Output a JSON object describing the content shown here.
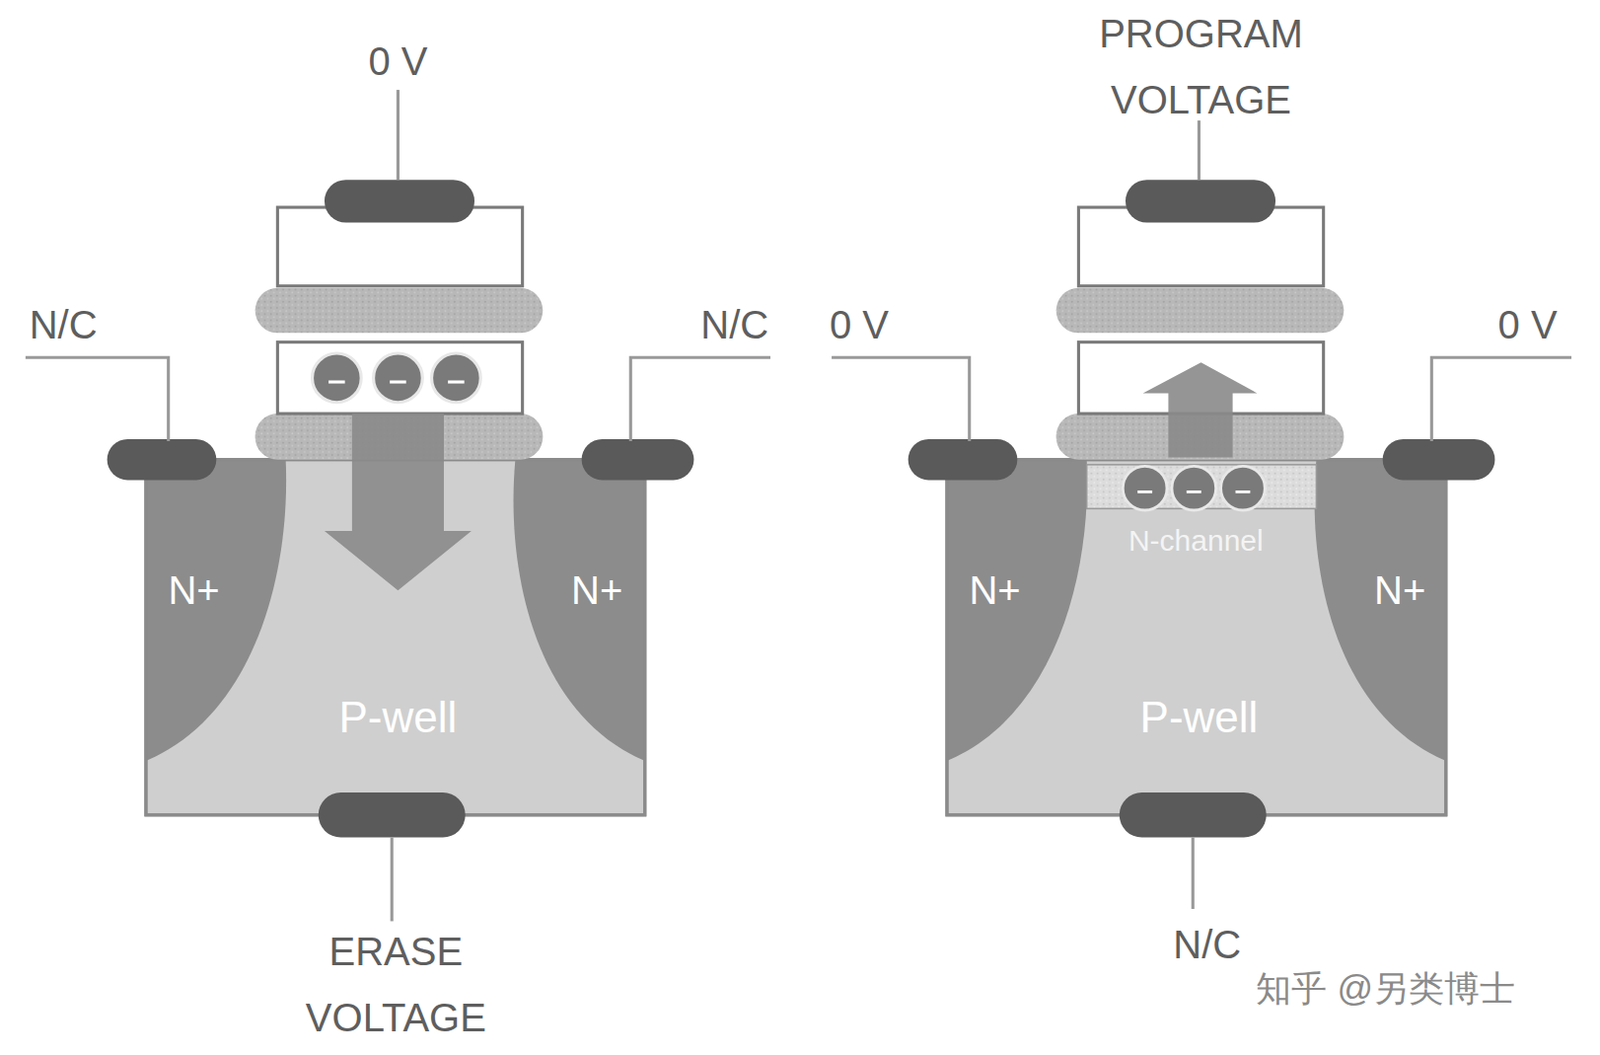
{
  "diagram": {
    "nodes": [
      {
        "text": [
          "P-well"
        ]
      },
      {
        "text": [
          "N+"
        ],
        "in": 0
      },
      {
        "text": [
          "N+"
        ],
        "in": 0
      },
      {
        "text": [
          "P-well"
        ]
      },
      {
        "text": [
          "N+"
        ],
        "in": 3
      },
      {
        "text": [
          "N+"
        ],
        "in": 3
      },
      {
        "text": [
          "N-channel"
        ],
        "in": 3
      }
    ],
    "labels": [
      "0 V",
      "N/C",
      "N/C",
      "ERASE VOLTAGE",
      "PROGRAM VOLTAGE",
      "0 V",
      "0 V",
      "N/C",
      "知乎 @另类博士"
    ]
  }
}
